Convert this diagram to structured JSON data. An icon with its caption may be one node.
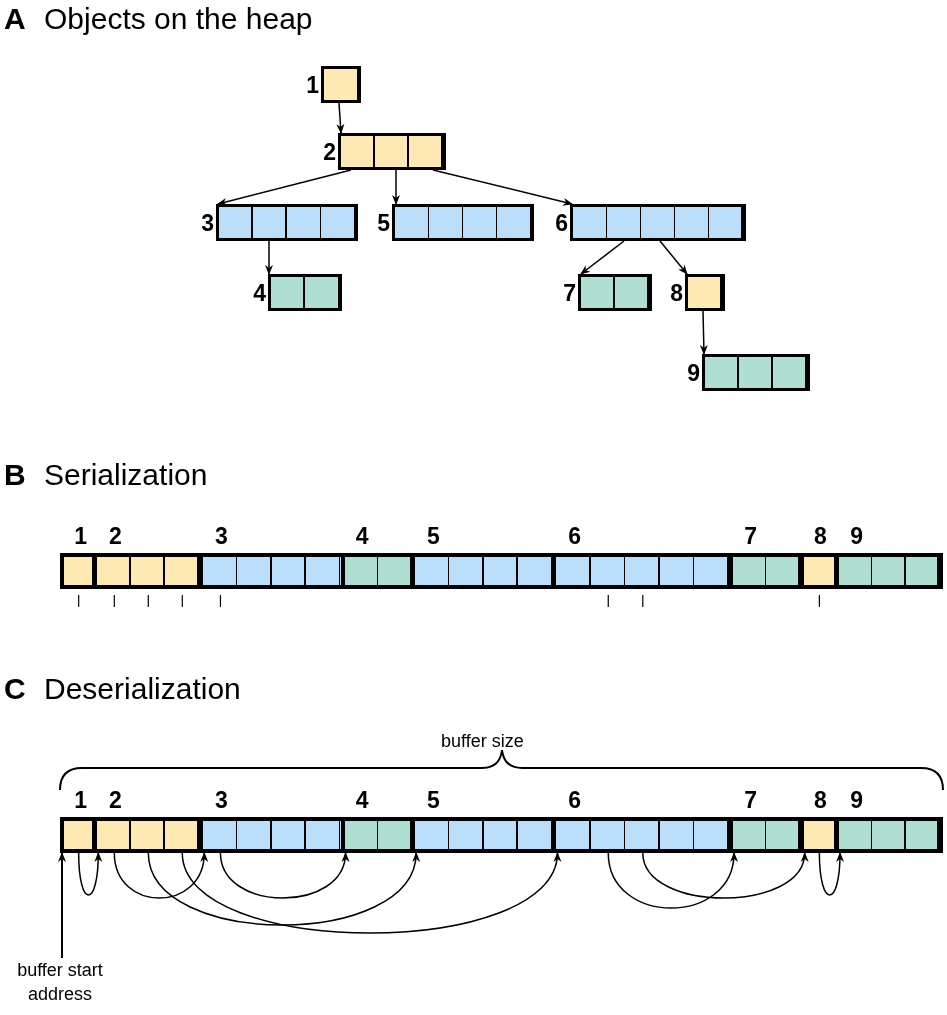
{
  "diagram": {
    "nodes": [
      {
        "text": [
          "1"
        ]
      },
      {
        "text": [
          "2"
        ]
      },
      {
        "text": [
          "3"
        ]
      },
      {
        "text": [
          "4"
        ]
      },
      {
        "text": [
          "5"
        ]
      },
      {
        "text": [
          "6"
        ]
      },
      {
        "text": [
          "7"
        ]
      },
      {
        "text": [
          "8"
        ]
      },
      {
        "text": [
          "9"
        ]
      },
      {
        "text": [
          "1"
        ]
      },
      {
        "text": [
          "2"
        ]
      },
      {
        "text": [
          "3"
        ]
      },
      {
        "text": [
          "4"
        ]
      },
      {
        "text": [
          "5"
        ]
      },
      {
        "text": [
          "6"
        ]
      },
      {
        "text": [
          "7"
        ]
      },
      {
        "text": [
          "8"
        ]
      },
      {
        "text": [
          "9"
        ]
      },
      {
        "text": [
          "1"
        ]
      },
      {
        "text": [
          "2"
        ]
      },
      {
        "text": [
          "3"
        ]
      },
      {
        "text": [
          "4"
        ]
      },
      {
        "text": [
          "5"
        ]
      },
      {
        "text": [
          "6"
        ]
      },
      {
        "text": [
          "7"
        ]
      },
      {
        "text": [
          "8"
        ]
      },
      {
        "text": [
          "9"
        ]
      },
      {
        "text": [
          "buffer start address"
        ]
      }
    ],
    "edges": [
      {
        "from": 0,
        "to": 1,
        "arrow": "to"
      },
      {
        "from": 1,
        "to": 2,
        "arrow": "to"
      },
      {
        "from": 1,
        "to": 4,
        "arrow": "to"
      },
      {
        "from": 1,
        "to": 5,
        "arrow": "to"
      },
      {
        "from": 2,
        "to": 3,
        "arrow": "to"
      },
      {
        "from": 5,
        "to": 6,
        "arrow": "to"
      },
      {
        "from": 5,
        "to": 7,
        "arrow": "to"
      },
      {
        "from": 7,
        "to": 8,
        "arrow": "to"
      },
      {
        "from": 18,
        "to": 19,
        "arrow": "to"
      },
      {
        "from": 19,
        "to": 20,
        "arrow": "to"
      },
      {
        "from": 19,
        "to": 22,
        "arrow": "to"
      },
      {
        "from": 19,
        "to": 23,
        "arrow": "to"
      },
      {
        "from": 20,
        "to": 21,
        "arrow": "to"
      },
      {
        "from": 23,
        "to": 24,
        "arrow": "to"
      },
      {
        "from": 23,
        "to": 25,
        "arrow": "to"
      },
      {
        "from": 25,
        "to": 26,
        "arrow": "to"
      },
      {
        "from": 27,
        "to": 18,
        "arrow": "to"
      }
    ],
    "labels": [
      "**A** Objects on the heap",
      "**B** Serialization",
      "**C** Deserialization",
      "buffer size"
    ]
  }
}
